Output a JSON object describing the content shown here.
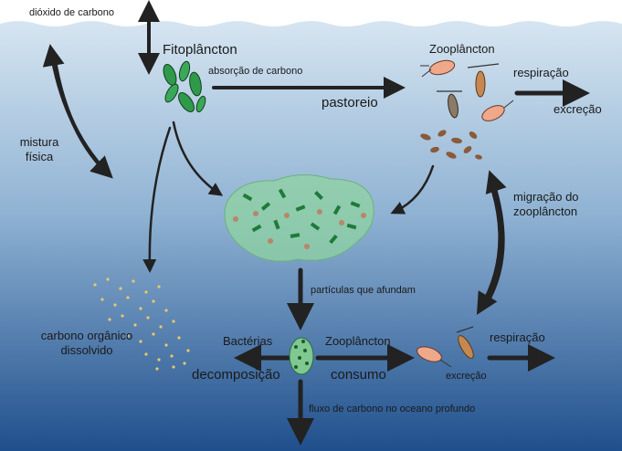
{
  "labels": {
    "co2": "dióxido de carbono",
    "fito": "Fitoplâncton",
    "absorcao": "absorção de carbono",
    "pastoreio": "pastoreio",
    "zoo_top": "Zooplâncton",
    "respiracao_top": "respiração",
    "excrecao_top": "excreção",
    "mistura": "mistura física",
    "migracao": "migração do zooplâncton",
    "particulas": "partículas que afundam",
    "carbono_dissolvido": "carbono orgânico dissolvido",
    "bacterias": "Bactérias",
    "decomposicao": "decomposição",
    "zoo_bottom": "Zooplâncton",
    "consumo": "consumo",
    "respiracao_bottom": "respiração",
    "excrecao_bottom": "excreção",
    "fluxo": "fluxo de carbono no oceano profundo"
  },
  "colors": {
    "sky": "#ffffff",
    "ocean_top": "#cfe0ee",
    "ocean_bottom": "#1f4f8c",
    "arrow": "#222222",
    "phyto": "#2e9a4a",
    "aggregate": "#7fc88f"
  }
}
